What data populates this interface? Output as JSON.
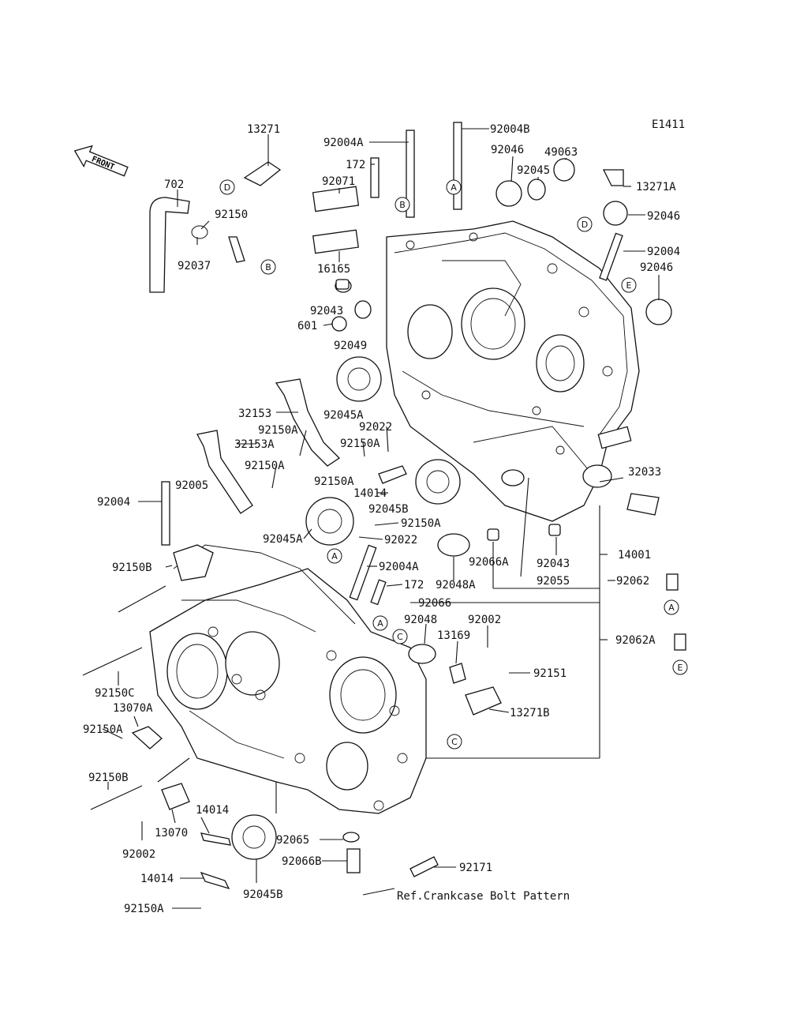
{
  "diagram_code": "E1411",
  "front_arrow_text": "FRONT",
  "note": "Ref.Crankcase Bolt Pattern",
  "callouts": {
    "a": "A",
    "b": "B",
    "c": "C",
    "d": "D",
    "e": "E"
  },
  "labels": {
    "p13271": "13271",
    "p702": "702",
    "p92150": "92150",
    "p92037": "92037",
    "p92004A_top": "92004A",
    "p92004B": "92004B",
    "p172_top": "172",
    "p92071": "92071",
    "p16165": "16165",
    "p92046_top": "92046",
    "p92045_top": "92045",
    "p49063": "49063",
    "p13271A": "13271A",
    "p92046_r1": "92046",
    "p92004_r": "92004",
    "p92046_r2": "92046",
    "p92043_l": "92043",
    "p601": "601",
    "p92049": "92049",
    "p32153": "32153",
    "p92045A_mid": "92045A",
    "p92150A_1": "92150A",
    "p32153A": "32153A",
    "p92022_top": "92022",
    "p92150A_2": "92150A",
    "p92150A_3": "92150A",
    "p92005": "92005",
    "p92150A_4": "92150A",
    "p14014_mid": "14014",
    "p92045B_mid": "92045B",
    "p32033": "32033",
    "p92004_l": "92004",
    "p92045A_l": "92045A",
    "p92150A_5": "92150A",
    "p92022_mid": "92022",
    "p14001": "14001",
    "p92066A": "92066A",
    "p92043_r": "92043",
    "p92048A": "92048A",
    "p92150B_1": "92150B",
    "p92004A_mid": "92004A",
    "p172_mid": "172",
    "p92055": "92055",
    "p92062": "92062",
    "p92066": "92066",
    "p92048": "92048",
    "p92002_r": "92002",
    "p13169": "13169",
    "p92062A": "92062A",
    "p92151": "92151",
    "p92150C": "92150C",
    "p13070A": "13070A",
    "p13271B": "13271B",
    "p92150A_6": "92150A",
    "p92150B_2": "92150B",
    "p14014_l": "14014",
    "p13070": "13070",
    "p92002_l": "92002",
    "p92065": "92065",
    "p92066B": "92066B",
    "p92171": "92171",
    "p14014_b": "14014",
    "p92045B_b": "92045B",
    "p92150A_7": "92150A"
  }
}
